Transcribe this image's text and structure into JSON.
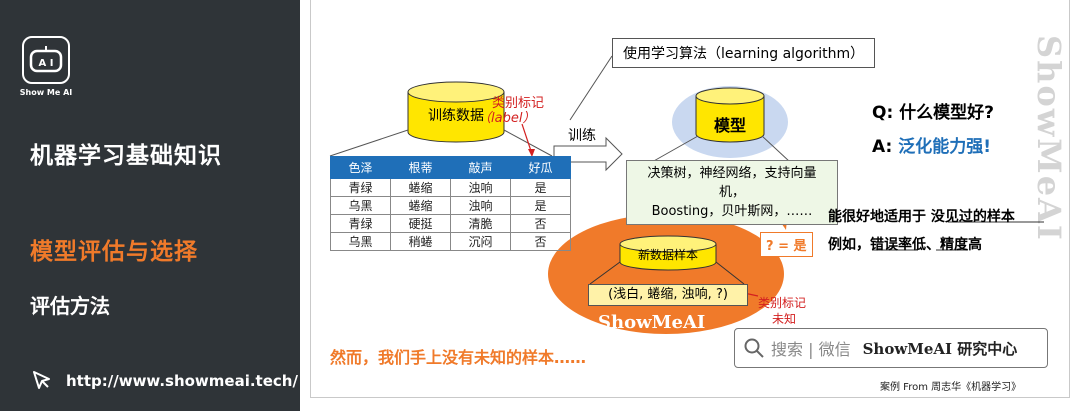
{
  "sidebar": {
    "logo_icon_text": "A I",
    "logo_text": "Show Me AI",
    "title": "机器学习基础知识",
    "subtitle_orange": "模型评估与选择",
    "subtitle_white": "评估方法",
    "url": "http://www.showmeai.tech/"
  },
  "diagram": {
    "training_data_label": "训练数据",
    "class_label_line1": "类别标记",
    "class_label_line2": "（label）",
    "table": {
      "headers": [
        "色泽",
        "根蒂",
        "敲声",
        "好瓜"
      ],
      "rows": [
        [
          "青绿",
          "蜷缩",
          "浊响",
          "是"
        ],
        [
          "乌黑",
          "蜷缩",
          "浊响",
          "是"
        ],
        [
          "青绿",
          "硬挺",
          "清脆",
          "否"
        ],
        [
          "乌黑",
          "稍蜷",
          "沉闷",
          "否"
        ]
      ]
    },
    "train_arrow_label": "训练",
    "algorithm_box": "使用学习算法（learning algorithm）",
    "model_label": "模型",
    "model_list_line1": "决策树，神经网络，支持向量机，",
    "model_list_line2": "Boosting，贝叶斯网，……",
    "new_sample_label": "新数据样本",
    "new_sample_value": "(浅白, 蜷缩, 浊响, ?)",
    "unknown_label_line1": "类别标记",
    "unknown_label_line2": "未知",
    "showmeai_watermark": "ShowMeAI",
    "result_box": "? = 是",
    "q_text": "Q: 什么模型好?",
    "a_prefix": "A: ",
    "a_text": "泛化能力强!",
    "desc_line1": "能很好地适用于 没见过的样本",
    "desc_line2": "例如，错误率低、精度高",
    "bottom_note": "然而，我们手上没有未知的样本……",
    "search_placeholder": "搜索 | 微信",
    "search_brand": "ShowMeAI 研究中心",
    "source_note": "案例 From 周志华《机器学习》",
    "vertical_watermark": "ShowMeAI"
  },
  "colors": {
    "sidebar_bg": "#2f3438",
    "accent_orange": "#f07a2a",
    "table_header_blue": "#1f6fb8",
    "cylinder_yellow": "#ffe600",
    "label_red": "#d32020"
  }
}
